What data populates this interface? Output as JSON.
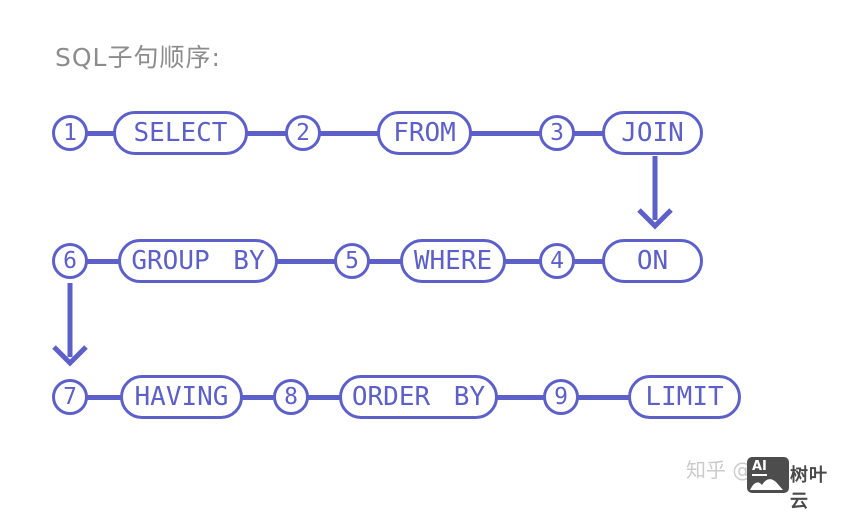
{
  "title": "SQL子句顺序:",
  "colors": {
    "accent": "#5c60c8",
    "title_gray": "#8c8c8c",
    "watermark_light": "#cbcbcb",
    "watermark_dark": "#4a4a4a",
    "badge_bg": "#4d4d4d"
  },
  "rows": [
    {
      "name": "row-1",
      "nodes": [
        {
          "kind": "circle",
          "label": "1"
        },
        {
          "kind": "pill",
          "label": "SELECT"
        },
        {
          "kind": "circle",
          "label": "2"
        },
        {
          "kind": "pill",
          "label": "FROM"
        },
        {
          "kind": "circle",
          "label": "3"
        },
        {
          "kind": "pill",
          "label": "JOIN"
        }
      ]
    },
    {
      "name": "row-2",
      "nodes": [
        {
          "kind": "circle",
          "label": "6"
        },
        {
          "kind": "pill",
          "label": "GROUP BY"
        },
        {
          "kind": "circle",
          "label": "5"
        },
        {
          "kind": "pill",
          "label": "WHERE"
        },
        {
          "kind": "circle",
          "label": "4"
        },
        {
          "kind": "pill",
          "label": "ON"
        }
      ]
    },
    {
      "name": "row-3",
      "nodes": [
        {
          "kind": "circle",
          "label": "7"
        },
        {
          "kind": "pill",
          "label": "HAVING"
        },
        {
          "kind": "circle",
          "label": "8"
        },
        {
          "kind": "pill",
          "label": "ORDER BY"
        },
        {
          "kind": "circle",
          "label": "9"
        },
        {
          "kind": "pill",
          "label": "LIMIT"
        }
      ]
    }
  ],
  "arrows": [
    {
      "from": "JOIN",
      "to": "ON"
    },
    {
      "from": "6",
      "to": "7"
    }
  ],
  "watermark": {
    "source": "知乎 @",
    "badge": "AI",
    "brand": "树叶云"
  }
}
